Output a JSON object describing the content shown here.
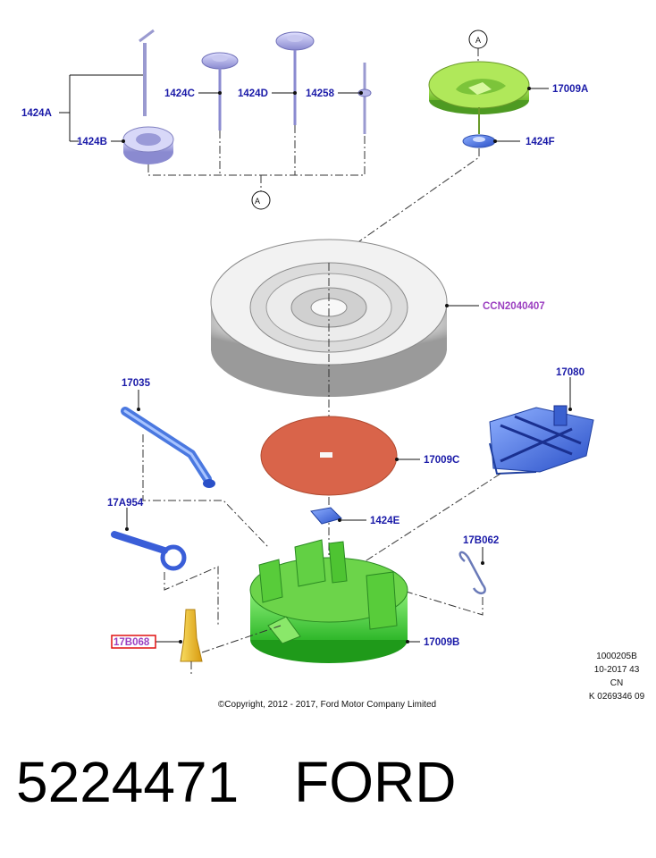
{
  "callouts": {
    "c1424A": "1424A",
    "c1424B": "1424B",
    "c1424C": "1424C",
    "c1424D": "1424D",
    "c14258": "14258",
    "c17009A": "17009A",
    "c1424F": "1424F",
    "ccn": "CCN2040407",
    "c17035": "17035",
    "c17080": "17080",
    "c17009C": "17009C",
    "c17A954": "17A954",
    "c1424E": "1424E",
    "c17B062": "17B062",
    "c17B068": "17B068",
    "c17009B": "17009B",
    "refA1": "A",
    "refA2": "A"
  },
  "meta": {
    "line1": "1000205B",
    "line2": "10-2017 43",
    "line3": "CN",
    "line4": "K 0269346 09"
  },
  "copyright": "©Copyright, 2012 - 2017, Ford Motor Company Limited",
  "footer": {
    "part_number": "5224471",
    "brand": "FORD"
  },
  "colors": {
    "callout_blue": "#1a1aa8",
    "callout_purple": "#9b3fc0",
    "highlight_box": "#e01010",
    "green_part": "#5fd84a",
    "lime_part": "#9be04a",
    "orange_disk": "#d9644a",
    "blue_part": "#4a78e0",
    "yellow_part": "#f0c030"
  }
}
